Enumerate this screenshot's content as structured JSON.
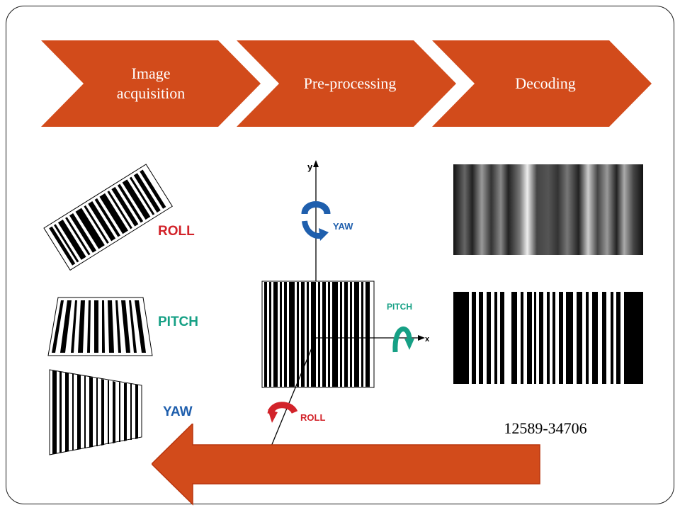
{
  "steps": [
    {
      "label_line1": "Image",
      "label_line2": "acquisition",
      "color": "#d24b1b"
    },
    {
      "label": "Pre-processing",
      "color": "#d24b1b"
    },
    {
      "label": "Decoding",
      "color": "#d24b1b"
    }
  ],
  "distortion_labels": {
    "roll": "ROLL",
    "pitch": "PITCH",
    "yaw": "YAW"
  },
  "axis_labels": {
    "y": "y",
    "x": "x",
    "yaw": "YAW",
    "pitch": "PITCH",
    "roll": "ROLL"
  },
  "decoded_number": "12589-34706",
  "colors": {
    "arrow": "#d24b1b",
    "roll_text": "#d2232a",
    "pitch_text": "#16a085",
    "yaw_text": "#1f5fad"
  }
}
